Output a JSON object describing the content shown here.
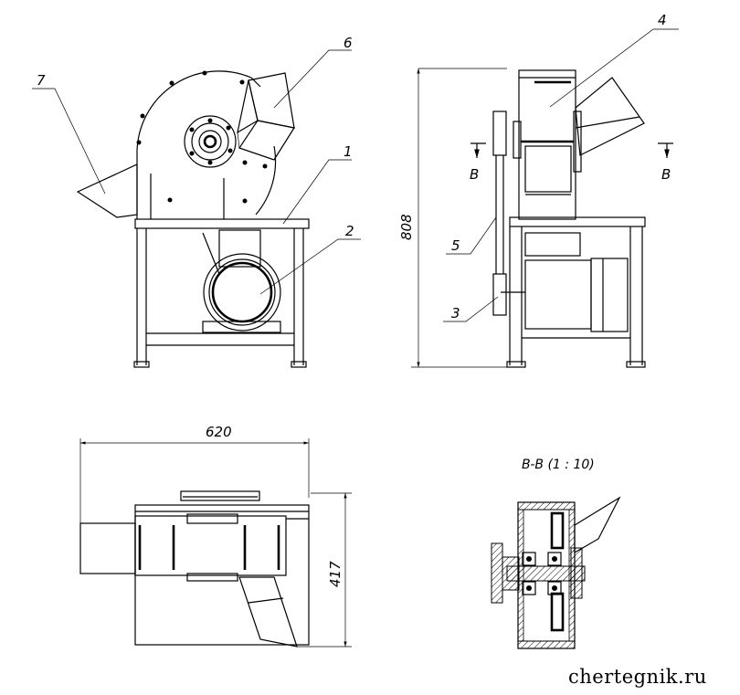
{
  "callouts": {
    "c1": "1",
    "c2": "2",
    "c3": "3",
    "c4": "4",
    "c5": "5",
    "c6": "6",
    "c7": "7"
  },
  "dimensions": {
    "height": "808",
    "width": "620",
    "depth": "417"
  },
  "section": {
    "marker": "B",
    "title": "B-B (1 : 10)"
  },
  "watermark": "chertegnik.ru"
}
